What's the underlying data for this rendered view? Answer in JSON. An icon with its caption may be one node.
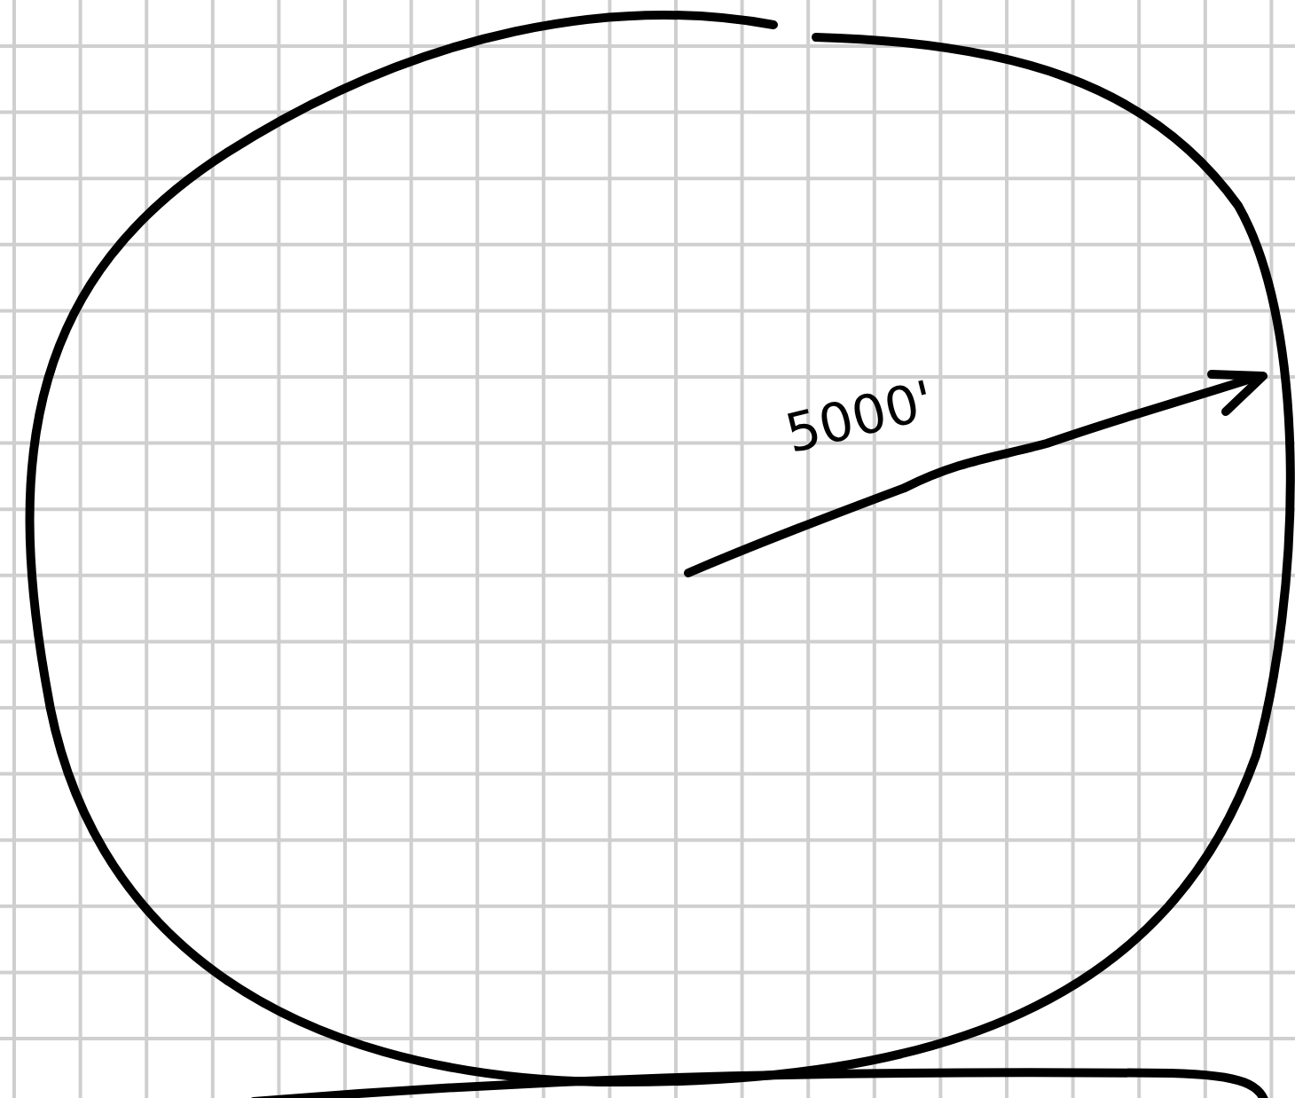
{
  "diagram": {
    "nodes": [
      {
        "text": [],
        "shape": "circle"
      },
      {
        "text": [],
        "shape": "box"
      }
    ],
    "labels": [
      "5000'"
    ]
  }
}
